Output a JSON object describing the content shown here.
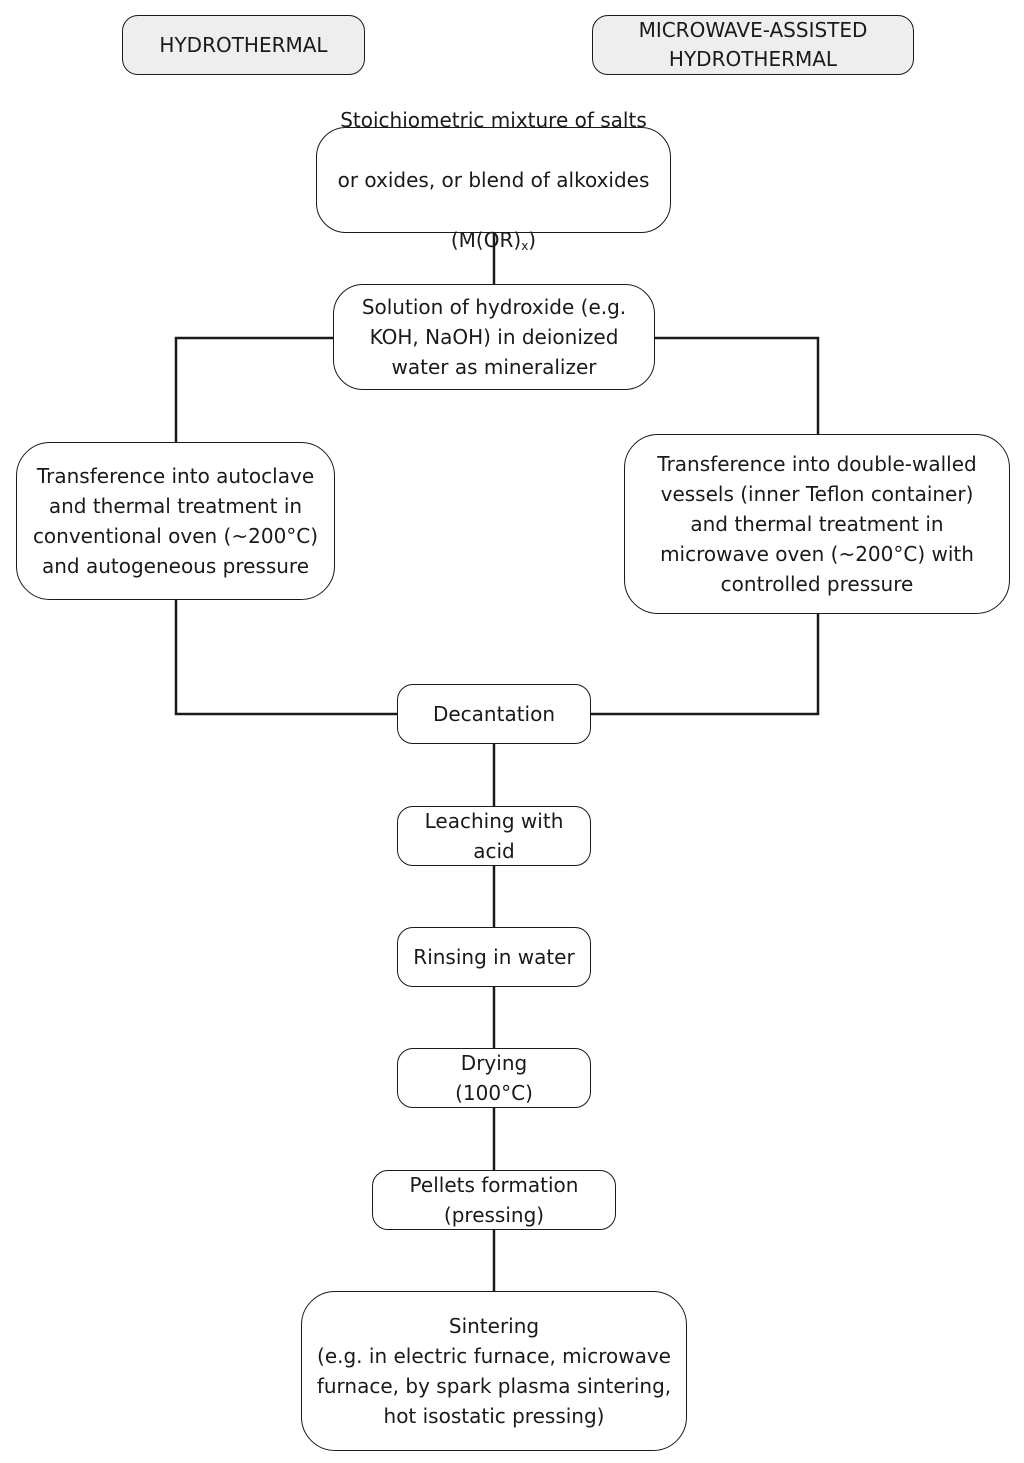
{
  "diagram": {
    "header_hydrothermal": "HYDROTHERMAL",
    "header_microwave": "MICROWAVE-ASSISTED\nHYDROTHERMAL",
    "start": {
      "line1": "Stoichiometric mixture of salts",
      "line2": "or oxides, or blend of alkoxides",
      "formula_main": "(M(OR)",
      "formula_sub": "x",
      "formula_close": ")"
    },
    "solution": "Solution of hydroxide (e.g.\nKOH, NaOH) in deionized\nwater as mineralizer",
    "left_step": "Transference into autoclave\nand thermal treatment in\nconventional oven (~200°C)\nand autogeneous pressure",
    "right_step": "Transference into double-walled\nvessels (inner Teflon container)\nand thermal treatment in\nmicrowave oven (~200°C) with\ncontrolled pressure",
    "decantation": "Decantation",
    "leaching": "Leaching with\nacid",
    "rinsing": "Rinsing in water",
    "drying": "Drying\n(100°C)",
    "pellets": "Pellets formation\n(pressing)",
    "sintering": "Sintering\n(e.g. in electric furnace, microwave\nfurnace, by spark plasma sintering,\nhot isostatic pressing)"
  }
}
